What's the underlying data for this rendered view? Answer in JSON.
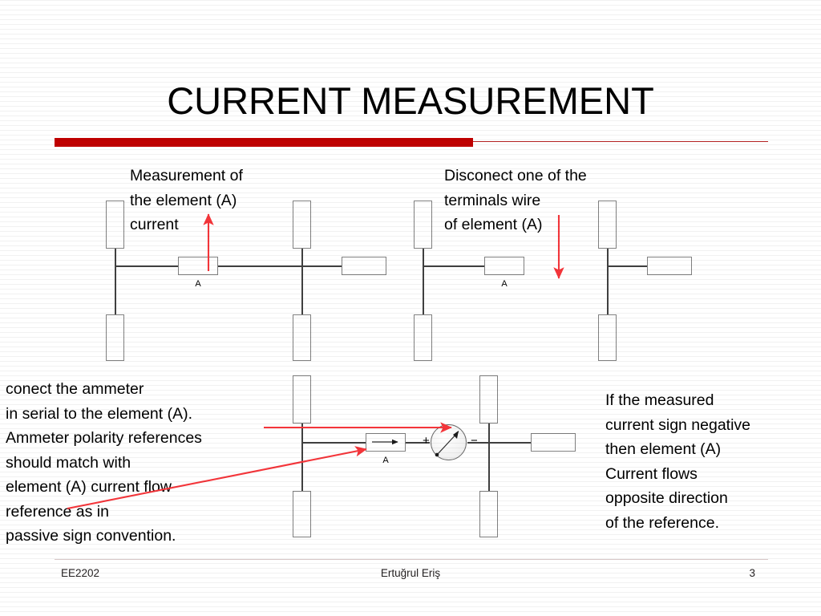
{
  "slide": {
    "title": "CURRENT MEASUREMENT",
    "accent_color": "#c00000",
    "rule_color": "#b32121",
    "arrow_color": "#f4353a",
    "wire_color": "#404040",
    "box_stroke": "#808080",
    "background": "#ffffff"
  },
  "notes": {
    "top_left": "Measurement of\nthe element (A)\ncurrent",
    "top_right": "Disconect one of the\nterminals wire\nof element (A)",
    "bottom_left": "conect the ammeter\nin serial to the element (A).\nAmmeter polarity references\nshould match with\nelement (A) current flow\nreference  as in\npassive sign convention.",
    "bottom_right": "If the measured\ncurrent  sign negative\nthen element (A)\nCurrent flows\nopposite direction\nof the reference."
  },
  "circuits": {
    "top_left_circuit": {
      "element_label": "A",
      "annotation_arrow": "up-arrow-into-element"
    },
    "top_right_circuit": {
      "element_label": "A",
      "annotation_arrow": "down-arrow-at-disconnected-terminal"
    },
    "bottom_circuit": {
      "element_label": "A",
      "element_current_arrow": "right",
      "meter": {
        "type": "analog-ammeter",
        "plus_label": "+",
        "minus_label": "−"
      }
    }
  },
  "footer": {
    "course": "EE2202",
    "author": "Ertuğrul Eriş",
    "page": "3"
  }
}
